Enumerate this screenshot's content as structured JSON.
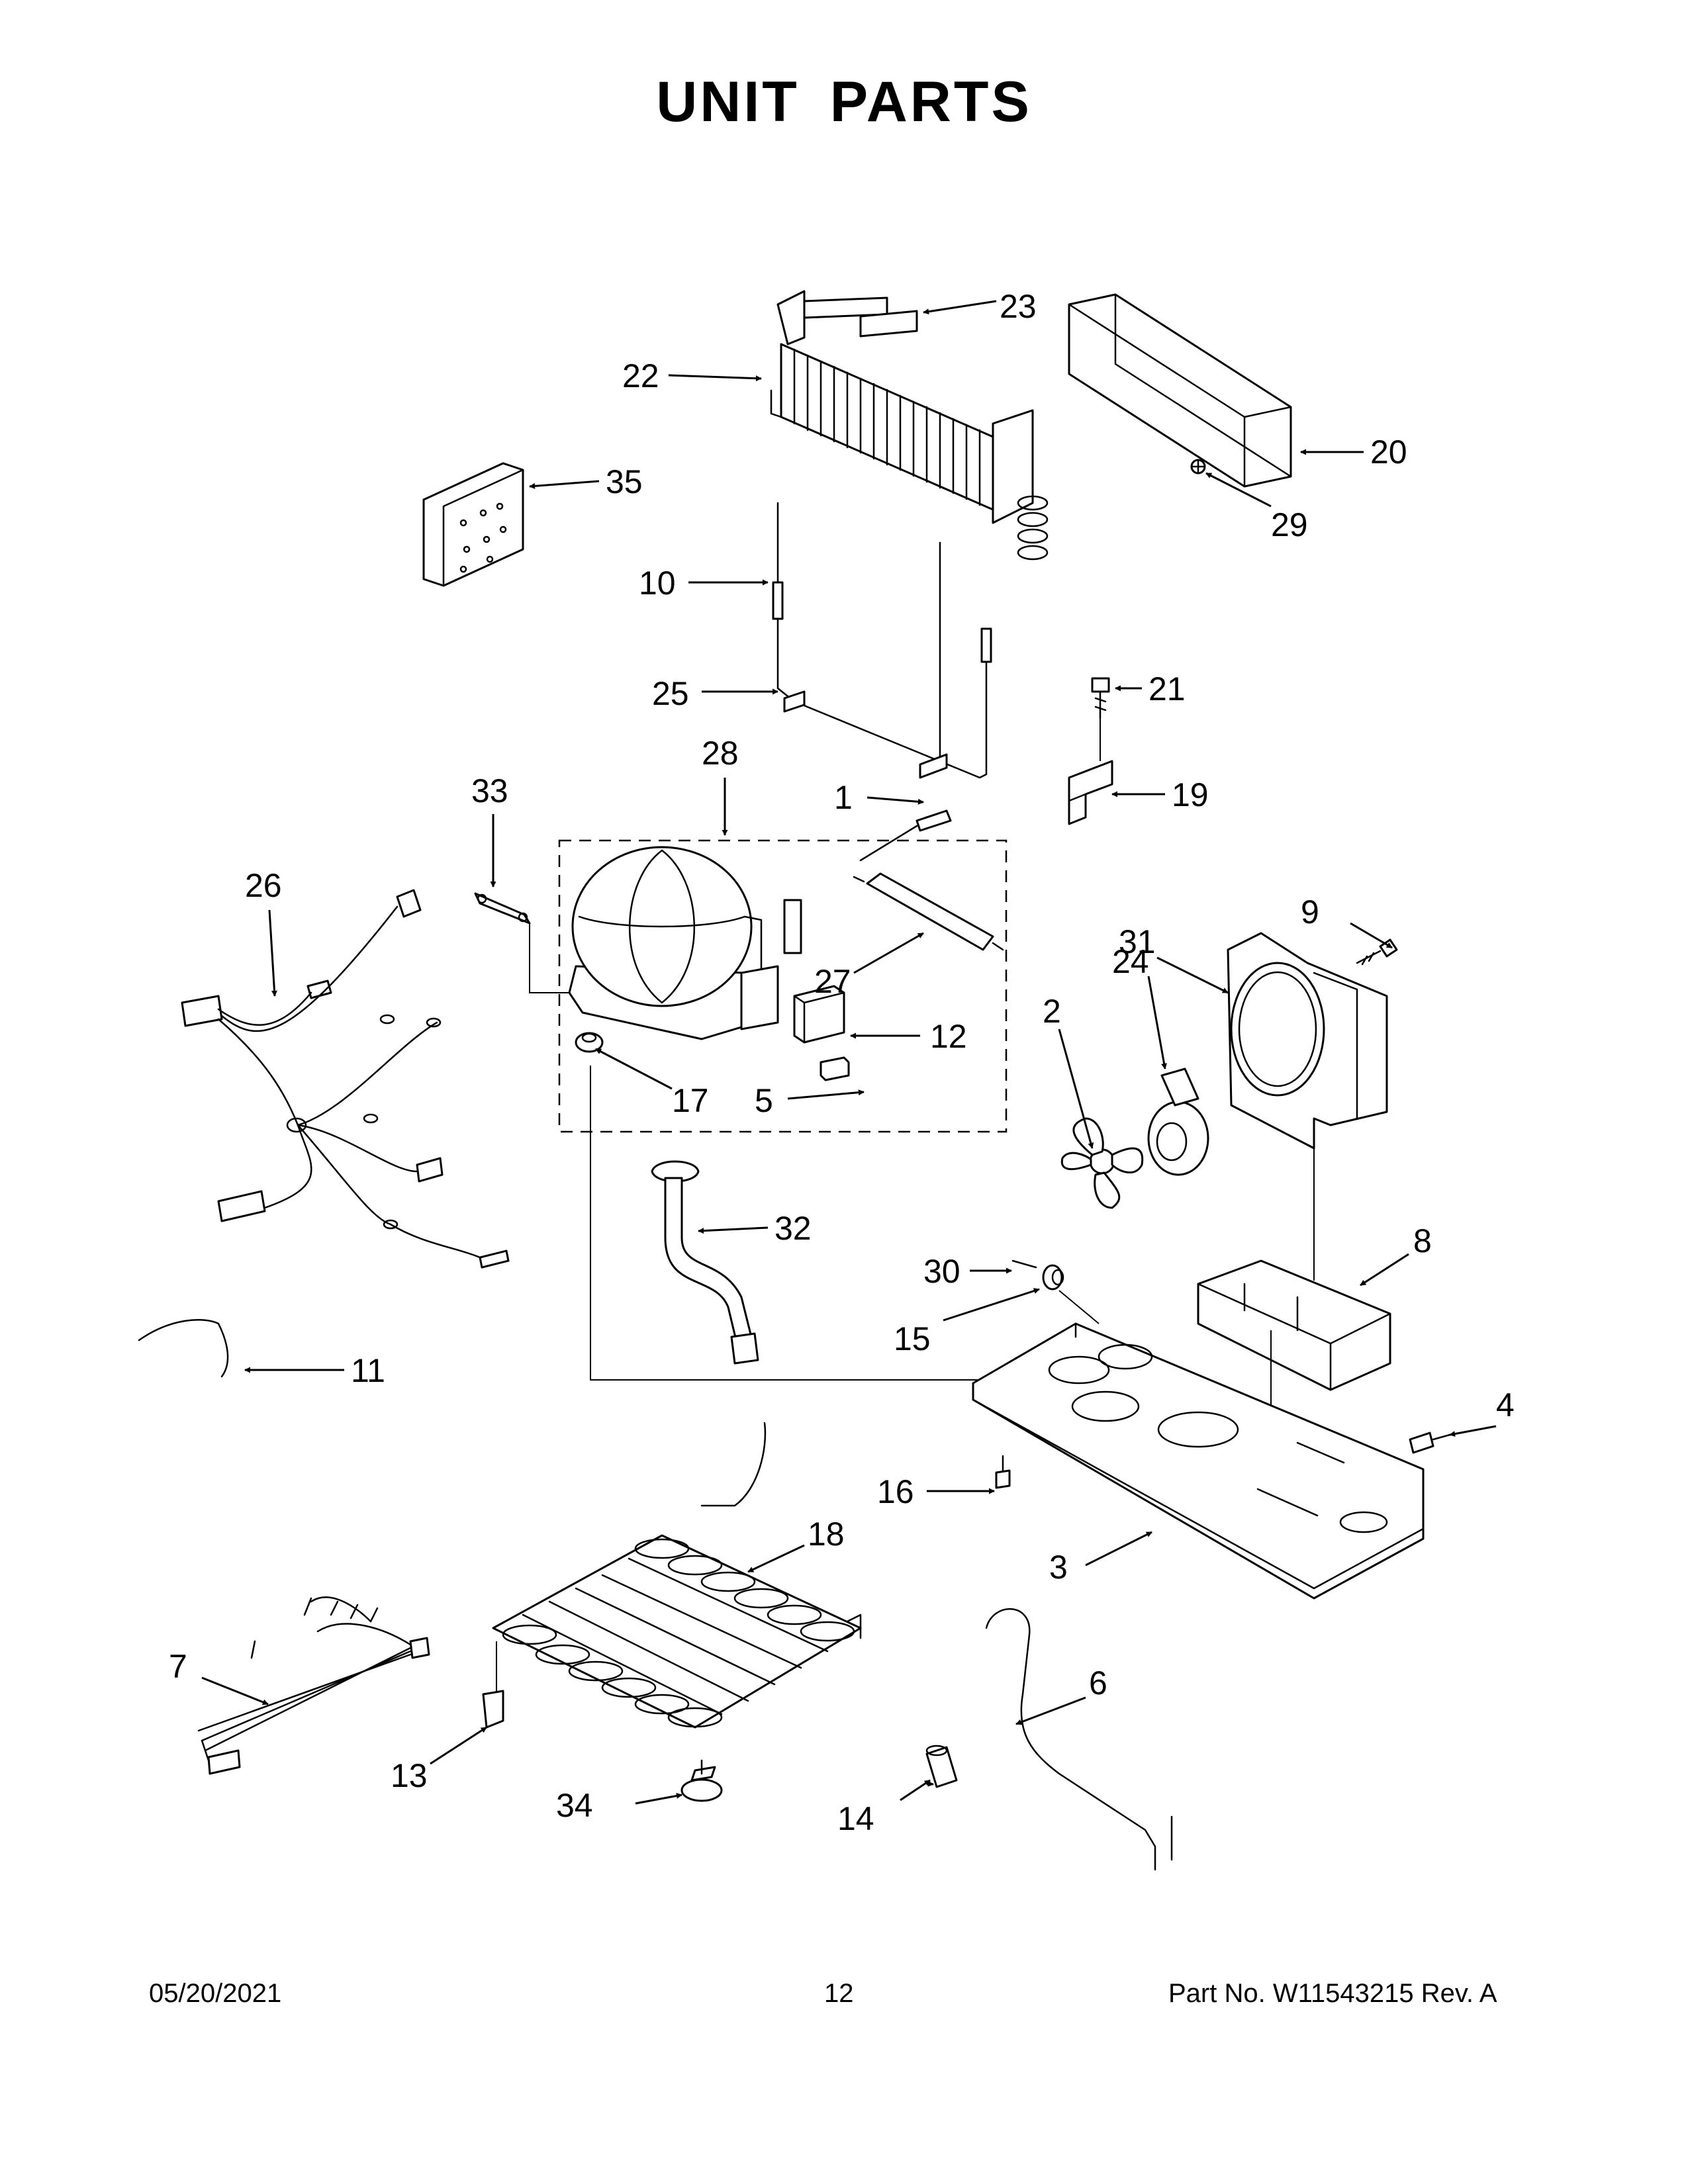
{
  "page": {
    "title": "UNIT  PARTS",
    "date": "05/20/2021",
    "page_number": "12",
    "part_number": "Part No.  W11543215  Rev.  A"
  },
  "callouts": [
    {
      "id": "c1",
      "text": "1"
    },
    {
      "id": "c2",
      "text": "2"
    },
    {
      "id": "c3",
      "text": "3"
    },
    {
      "id": "c4",
      "text": "4"
    },
    {
      "id": "c5",
      "text": "5"
    },
    {
      "id": "c6",
      "text": "6"
    },
    {
      "id": "c7",
      "text": "7"
    },
    {
      "id": "c8",
      "text": "8"
    },
    {
      "id": "c9",
      "text": "9"
    },
    {
      "id": "c10",
      "text": "10"
    },
    {
      "id": "c11",
      "text": "11"
    },
    {
      "id": "c12",
      "text": "12"
    },
    {
      "id": "c13",
      "text": "13"
    },
    {
      "id": "c14",
      "text": "14"
    },
    {
      "id": "c15",
      "text": "15"
    },
    {
      "id": "c16",
      "text": "16"
    },
    {
      "id": "c17",
      "text": "17"
    },
    {
      "id": "c18",
      "text": "18"
    },
    {
      "id": "c19",
      "text": "19"
    },
    {
      "id": "c20",
      "text": "20"
    },
    {
      "id": "c21",
      "text": "21"
    },
    {
      "id": "c22",
      "text": "22"
    },
    {
      "id": "c23",
      "text": "23"
    },
    {
      "id": "c24",
      "text": "24"
    },
    {
      "id": "c25",
      "text": "25"
    },
    {
      "id": "c26",
      "text": "26"
    },
    {
      "id": "c27",
      "text": "27"
    },
    {
      "id": "c28",
      "text": "28"
    },
    {
      "id": "c29",
      "text": "29"
    },
    {
      "id": "c30",
      "text": "30"
    },
    {
      "id": "c31",
      "text": "31"
    },
    {
      "id": "c32",
      "text": "32"
    },
    {
      "id": "c33",
      "text": "33"
    },
    {
      "id": "c34",
      "text": "34"
    },
    {
      "id": "c35",
      "text": "35"
    }
  ]
}
